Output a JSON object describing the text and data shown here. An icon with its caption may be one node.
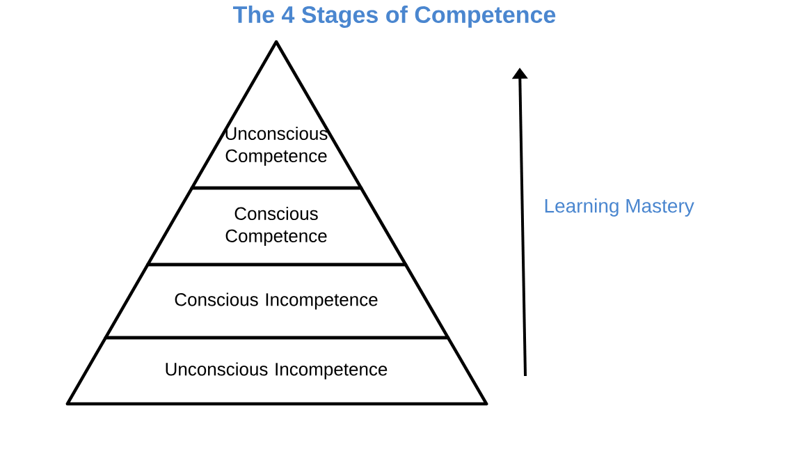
{
  "diagram": {
    "title": "The 4 Stages of Competence",
    "nodes": [
      {
        "text": [
          "Unconscious Competence"
        ]
      },
      {
        "text": [
          "Conscious Competence"
        ]
      },
      {
        "text": [
          "Conscious Incompetence"
        ]
      },
      {
        "text": [
          "Unconscious Incompetence"
        ]
      }
    ],
    "edges": [],
    "labels": [
      "Learning Mastery"
    ]
  }
}
